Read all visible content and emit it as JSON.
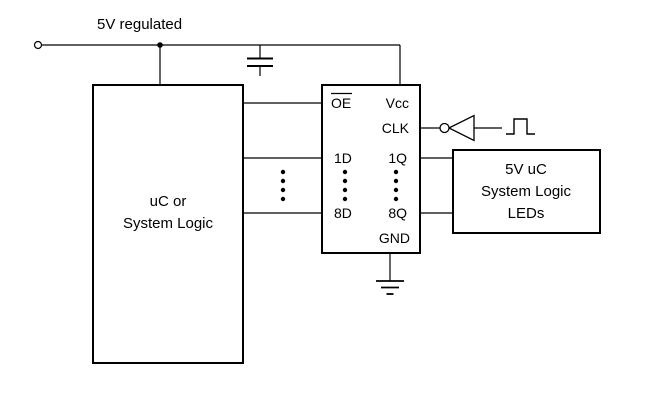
{
  "diagram": {
    "power_label": "5V regulated",
    "left_box": {
      "line1": "uC or",
      "line2": "System Logic"
    },
    "ic": {
      "oe": "OE",
      "vcc": "Vcc",
      "clk": "CLK",
      "d1": "1D",
      "q1": "1Q",
      "d8": "8D",
      "q8": "8Q",
      "gnd": "GND"
    },
    "right_box": {
      "line1": "5V uC",
      "line2": "System Logic",
      "line3": "LEDs"
    },
    "colors": {
      "line": "#000000",
      "background": "#ffffff"
    }
  }
}
